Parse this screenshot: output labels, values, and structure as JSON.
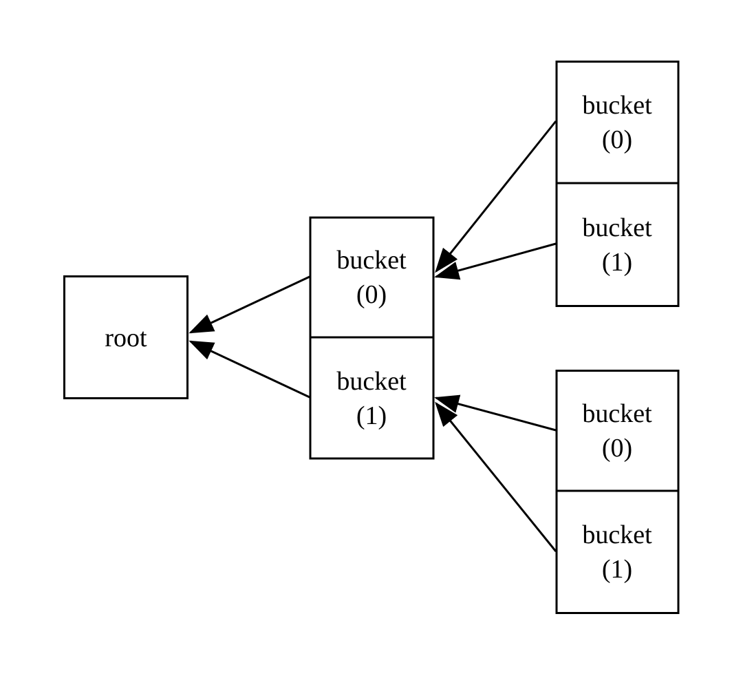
{
  "diagram": {
    "kind": "tree-of-buckets",
    "colors": {
      "background": "#ffffff",
      "node_fill": "#ffffff",
      "node_stroke": "#000000",
      "edge_stroke": "#000000",
      "text": "#000000"
    },
    "nodes": {
      "root": {
        "label": "root"
      },
      "middle": {
        "cells": [
          {
            "name": "bucket",
            "index": "(0)"
          },
          {
            "name": "bucket",
            "index": "(1)"
          }
        ]
      },
      "top_right": {
        "cells": [
          {
            "name": "bucket",
            "index": "(0)"
          },
          {
            "name": "bucket",
            "index": "(1)"
          }
        ]
      },
      "bottom_right": {
        "cells": [
          {
            "name": "bucket",
            "index": "(0)"
          },
          {
            "name": "bucket",
            "index": "(1)"
          }
        ]
      }
    },
    "edges": [
      {
        "from": "middle.bucket0",
        "to": "root"
      },
      {
        "from": "middle.bucket1",
        "to": "root"
      },
      {
        "from": "top_right.bucket0",
        "to": "middle.bucket0"
      },
      {
        "from": "top_right.bucket1",
        "to": "middle.bucket0"
      },
      {
        "from": "bottom_right.bucket0",
        "to": "middle.bucket1"
      },
      {
        "from": "bottom_right.bucket1",
        "to": "middle.bucket1"
      }
    ]
  }
}
